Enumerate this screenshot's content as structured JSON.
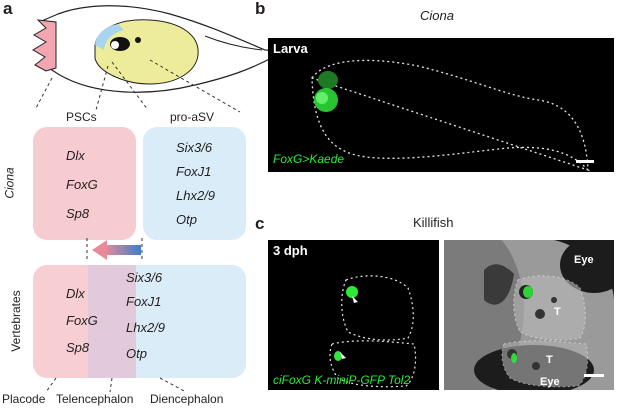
{
  "panels": {
    "a": {
      "letter": "a",
      "row_labels": {
        "top": "Ciona",
        "bottom": "Vertebrates"
      },
      "top_headers": {
        "left": "PSCs",
        "right": "pro-aSV"
      },
      "ciona_left_genes": [
        "Dlx",
        "FoxG",
        "Sp8"
      ],
      "ciona_right_genes": [
        "Six3/6",
        "FoxJ1",
        "Lhx2/9",
        "Otp"
      ],
      "vert_left_genes": [
        "Dlx",
        "FoxG",
        "Sp8"
      ],
      "vert_right_genes": [
        "Six3/6",
        "FoxJ1",
        "Lhx2/9",
        "Otp"
      ],
      "bottom_labels": {
        "placode": "Placode",
        "telencephalon": "Telencephalon",
        "diencephalon": "Diencephalon"
      }
    },
    "b": {
      "letter": "b",
      "title": "Ciona",
      "stage": "Larva",
      "construct": "FoxG>Kaede"
    },
    "c": {
      "letter": "c",
      "title": "Killifish",
      "stage": "3 dph",
      "construct": "ciFoxG K-miniP-GFP Tol2",
      "labels": {
        "eye_top": "Eye",
        "eye_bottom": "Eye",
        "t1": "T",
        "t2": "T"
      }
    }
  },
  "colors": {
    "pink_box": "#f7ccd0",
    "blue_box": "#d9ecf7",
    "larva_body": "#ecec9a",
    "gfp_green": "#2ee83a"
  }
}
